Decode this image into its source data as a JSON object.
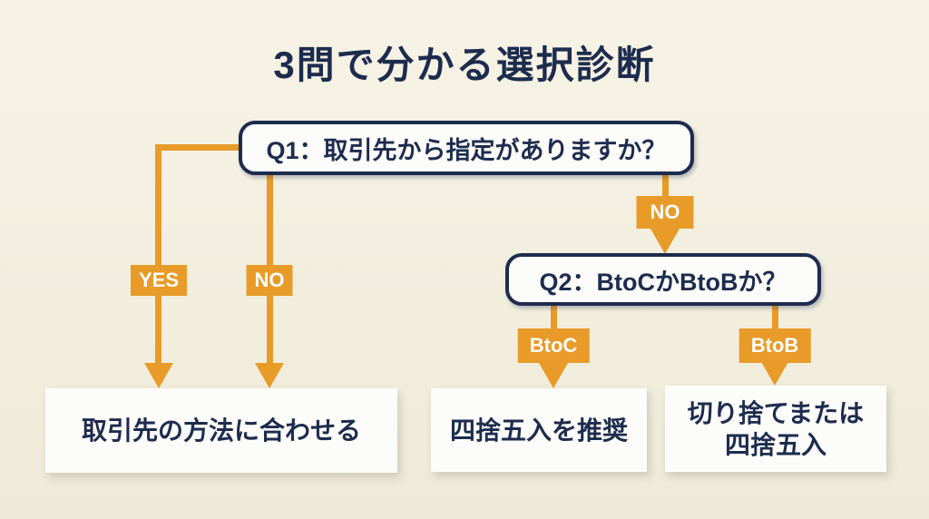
{
  "title": "3問で分かる選択診断",
  "colors": {
    "background": "#F2EEDE",
    "background-top": "#F6F3E6",
    "orange": "#E89B28",
    "navy": "#1D2C4E",
    "box-white": "#FCFCFA",
    "badge-text": "#FFFFFF"
  },
  "flowchart": {
    "q1": {
      "label": "Q1：取引先から指定がありますか？"
    },
    "q2": {
      "label": "Q2：BtoCかBtoBか？"
    },
    "badges": {
      "yes": "YES",
      "no_left": "NO",
      "no_right": "NO",
      "btoc": "BtoC",
      "btob": "BtoB"
    },
    "outcomes": {
      "partner": "取引先の方法に合わせる",
      "btoc": "四捨五入を推奨",
      "btob_line1": "切り捨てまたは",
      "btob_line2": "四捨五入"
    }
  }
}
